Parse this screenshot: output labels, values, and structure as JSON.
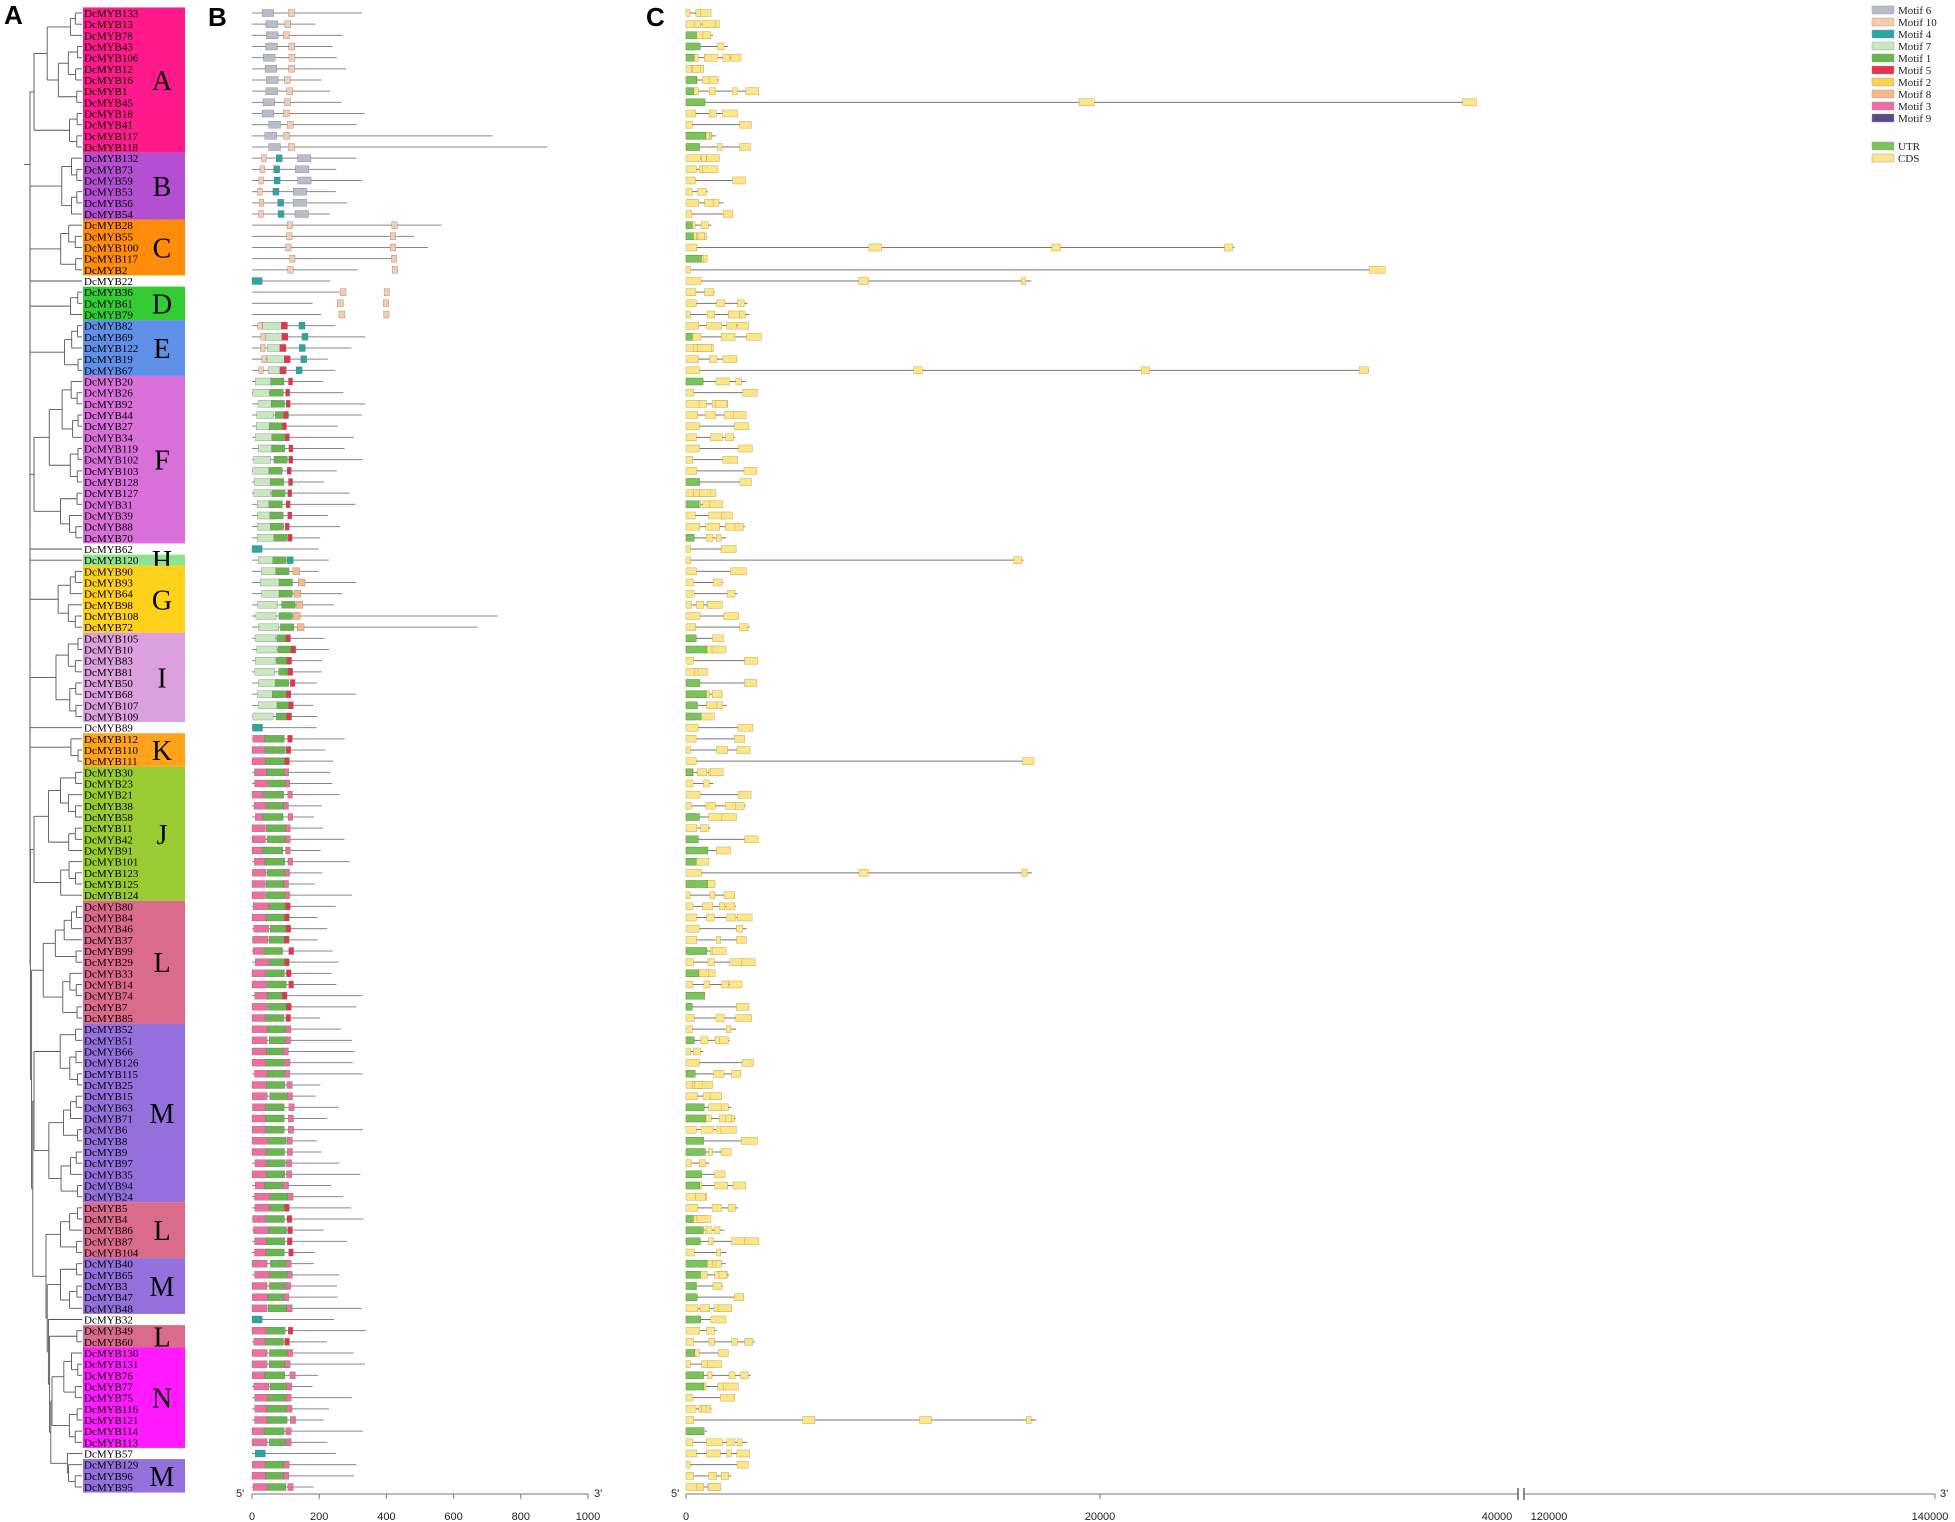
{
  "panels": {
    "A": "A",
    "B": "B",
    "C": "C"
  },
  "axis_b": {
    "start": "5'",
    "end": "3'",
    "ticks": [
      "0",
      "200",
      "400",
      "600",
      "800",
      "1000"
    ],
    "max": 1000
  },
  "axis_c": {
    "start": "5'",
    "end": "3'",
    "ticks": [
      "0",
      "20000",
      "40000",
      "120000",
      "140000"
    ]
  },
  "legend": {
    "motifs": [
      {
        "label": "Motif 6",
        "color": "#b9bccb"
      },
      {
        "label": "Motif 10",
        "color": "#f6cbb0"
      },
      {
        "label": "Motif 4",
        "color": "#2aa7a5"
      },
      {
        "label": "Motif 7",
        "color": "#c9e8c0"
      },
      {
        "label": "Motif 1",
        "color": "#69b64f"
      },
      {
        "label": "Motif 5",
        "color": "#e8334f"
      },
      {
        "label": "Motif 2",
        "color": "#fdd24d"
      },
      {
        "label": "Motif 8",
        "color": "#f7b98c"
      },
      {
        "label": "Motif 3",
        "color": "#ee6ea0"
      },
      {
        "label": "Motif 9",
        "color": "#5b4a8b"
      }
    ],
    "structure": [
      {
        "label": "UTR",
        "color": "#7cc35c"
      },
      {
        "label": "CDS",
        "color": "#fde68a"
      }
    ]
  },
  "clades": [
    {
      "label": "A",
      "color": "#ff1a8c",
      "genes": [
        "DcMYB133",
        "DcMYB13",
        "DcMYB78",
        "DcMYB43",
        "DcMYB106",
        "DcMYB12",
        "DcMYB16",
        "DcMYB1",
        "DcMYB45",
        "DcMYB18",
        "DcMYB41",
        "DcMYB117",
        "DcMYB118"
      ]
    },
    {
      "label": "B",
      "color": "#b34fd0",
      "genes": [
        "DcMYB132",
        "DcMYB73",
        "DcMYB59",
        "DcMYB53",
        "DcMYB56",
        "DcMYB54"
      ]
    },
    {
      "label": "C",
      "color": "#ff8c0a",
      "genes": [
        "DcMYB28",
        "DcMYB55",
        "DcMYB100",
        "DcMYB117",
        "DcMYB2"
      ]
    },
    {
      "label": "",
      "color": "",
      "genes": [
        "DcMYB22"
      ]
    },
    {
      "label": "D",
      "color": "#33cc33",
      "genes": [
        "DcMYB36",
        "DcMYB61",
        "DcMYB79"
      ]
    },
    {
      "label": "E",
      "color": "#5f8fe6",
      "genes": [
        "DcMYB82",
        "DcMYB69",
        "DcMYB122",
        "DcMYB19",
        "DcMYB67"
      ]
    },
    {
      "label": "F",
      "color": "#d970d9",
      "genes": [
        "DcMYB20",
        "DcMYB26",
        "DcMYB92",
        "DcMYB44",
        "DcMYB27",
        "DcMYB34",
        "DcMYB119",
        "DcMYB102",
        "DcMYB103",
        "DcMYB128",
        "DcMYB127",
        "DcMYB31",
        "DcMYB39",
        "DcMYB88",
        "DcMYB70"
      ]
    },
    {
      "label": "",
      "color": "",
      "genes": [
        "DcMYB62"
      ]
    },
    {
      "label": "H",
      "color": "#8ee38e",
      "genes": [
        "DcMYB120"
      ]
    },
    {
      "label": "G",
      "color": "#ffd11a",
      "genes": [
        "DcMYB90",
        "DcMYB93",
        "DcMYB64",
        "DcMYB98",
        "DcMYB108",
        "DcMYB72"
      ]
    },
    {
      "label": "I",
      "color": "#dba0dd",
      "genes": [
        "DcMYB105",
        "DcMYB10",
        "DcMYB83",
        "DcMYB81",
        "DcMYB50",
        "DcMYB68",
        "DcMYB107",
        "DcMYB109"
      ]
    },
    {
      "label": "",
      "color": "",
      "genes": [
        "DcMYB89"
      ]
    },
    {
      "label": "K",
      "color": "#ffa41a",
      "genes": [
        "DcMYB112",
        "DcMYB110",
        "DcMYB111"
      ]
    },
    {
      "label": "J",
      "color": "#99cc33",
      "genes": [
        "DcMYB30",
        "DcMYB23",
        "DcMYB21",
        "DcMYB38",
        "DcMYB58",
        "DcMYB11",
        "DcMYB42",
        "DcMYB91",
        "DcMYB101",
        "DcMYB123",
        "DcMYB125",
        "DcMYB124"
      ]
    },
    {
      "label": "L",
      "color": "#db6b8a",
      "genes": [
        "DcMYB80",
        "DcMYB84",
        "DcMYB46",
        "DcMYB37",
        "DcMYB99",
        "DcMYB29",
        "DcMYB33",
        "DcMYB14",
        "DcMYB74",
        "DcMYB7",
        "DcMYB85"
      ]
    },
    {
      "label": "M",
      "color": "#9370db",
      "genes": [
        "DcMYB52",
        "DcMYB51",
        "DcMYB66",
        "DcMYB126",
        "DcMYB115",
        "DcMYB25",
        "DcMYB15",
        "DcMYB63",
        "DcMYB71",
        "DcMYB6",
        "DcMYB8",
        "DcMYB9",
        "DcMYB97",
        "DcMYB35",
        "DcMYB94",
        "DcMYB24"
      ]
    },
    {
      "label": "L",
      "color": "#db6b8a",
      "genes": [
        "DcMYB5",
        "DcMYB4",
        "DcMYB86",
        "DcMYB87",
        "DcMYB104"
      ]
    },
    {
      "label": "M",
      "color": "#9370db",
      "genes": [
        "DcMYB40",
        "DcMYB65",
        "DcMYB3",
        "DcMYB47",
        "DcMYB48"
      ]
    },
    {
      "label": "",
      "color": "",
      "genes": [
        "DcMYB32"
      ]
    },
    {
      "label": "L",
      "color": "#db6b8a",
      "genes": [
        "DcMYB49",
        "DcMYB60"
      ]
    },
    {
      "label": "N",
      "color": "#ff1aff",
      "genes": [
        "DcMYB130",
        "DcMYB131",
        "DcMYB76",
        "DcMYB77",
        "DcMYB75",
        "DcMYB116",
        "DcMYB121",
        "DcMYB114",
        "DcMYB113"
      ]
    },
    {
      "label": "",
      "color": "",
      "genes": [
        "DcMYB57"
      ]
    },
    {
      "label": "M",
      "color": "#9370db",
      "genes": [
        "DcMYB129",
        "DcMYB96",
        "DcMYB95"
      ]
    }
  ]
}
